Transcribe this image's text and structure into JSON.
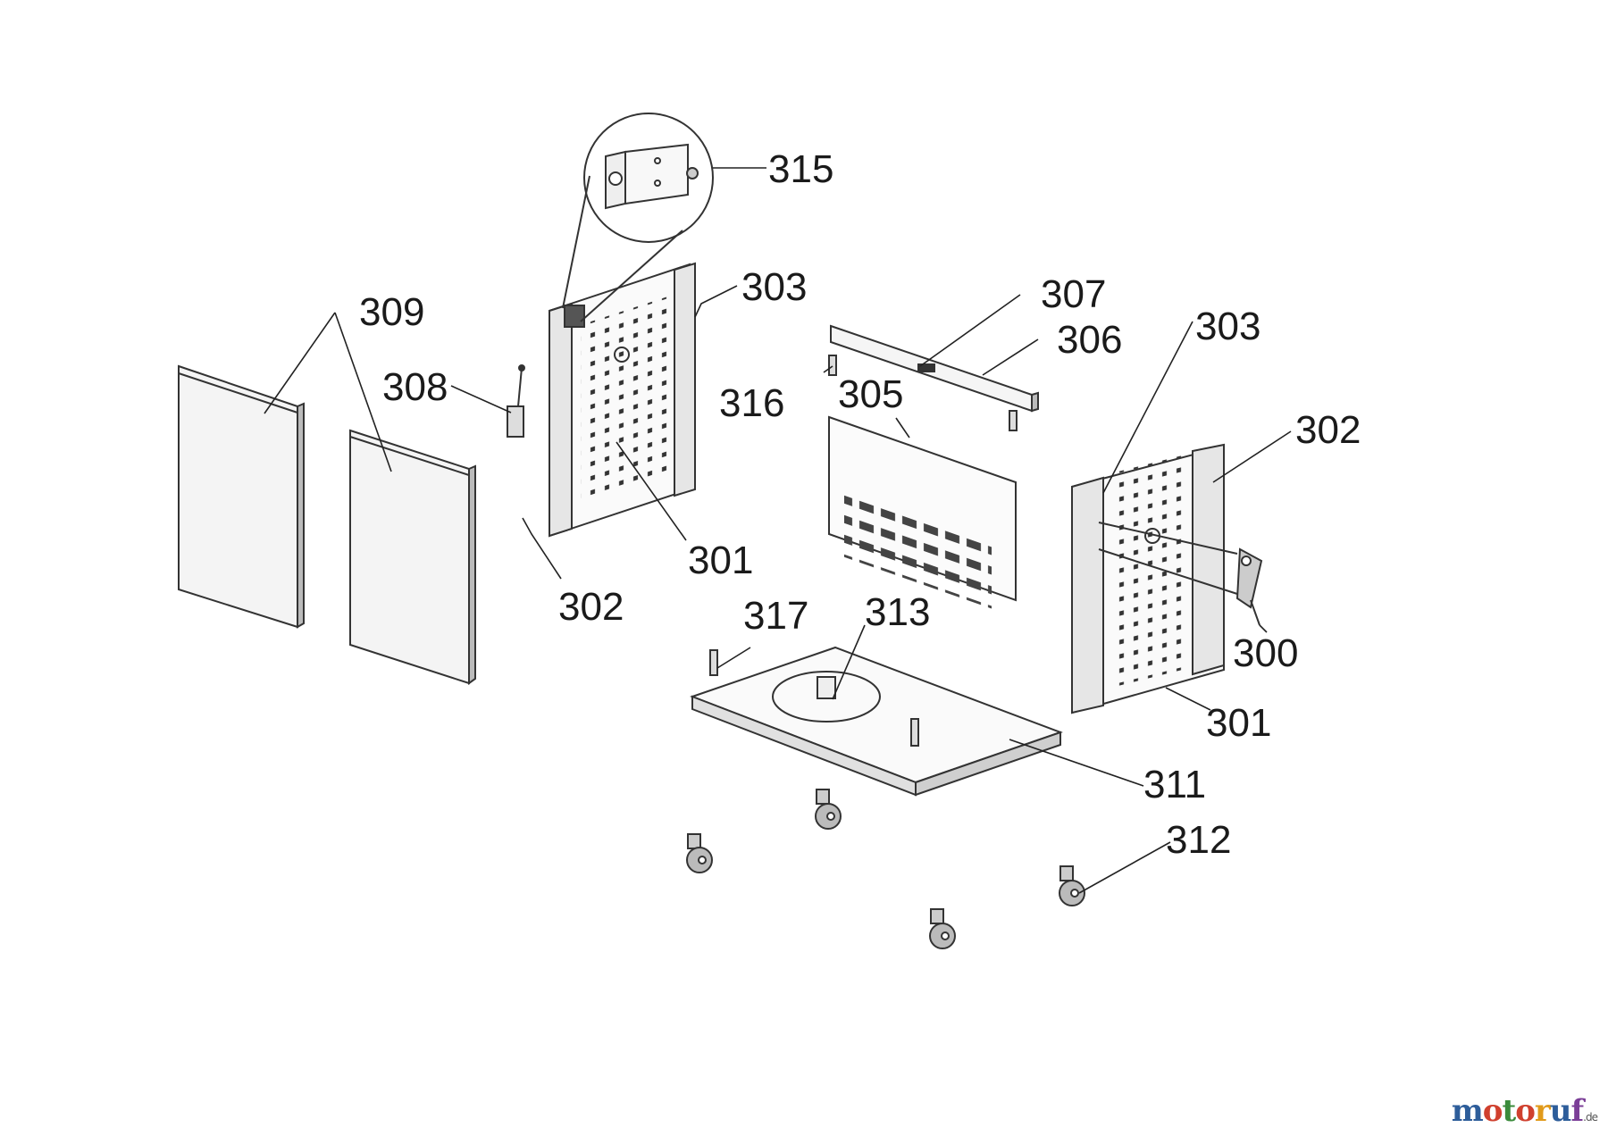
{
  "diagram": {
    "part_labels": {
      "p315": "315",
      "p303_left": "303",
      "p309": "309",
      "p308": "308",
      "p307": "307",
      "p306": "306",
      "p303_right": "303",
      "p316": "316",
      "p305": "305",
      "p302_right": "302",
      "p301_left": "301",
      "p302_left": "302",
      "p317": "317",
      "p313": "313",
      "p300": "300",
      "p301_right": "301",
      "p311": "311",
      "p312": "312"
    }
  },
  "watermark": {
    "brand_letters": [
      "m",
      "o",
      "t",
      "o",
      "r",
      "u",
      "f"
    ],
    "suffix": ".de"
  }
}
